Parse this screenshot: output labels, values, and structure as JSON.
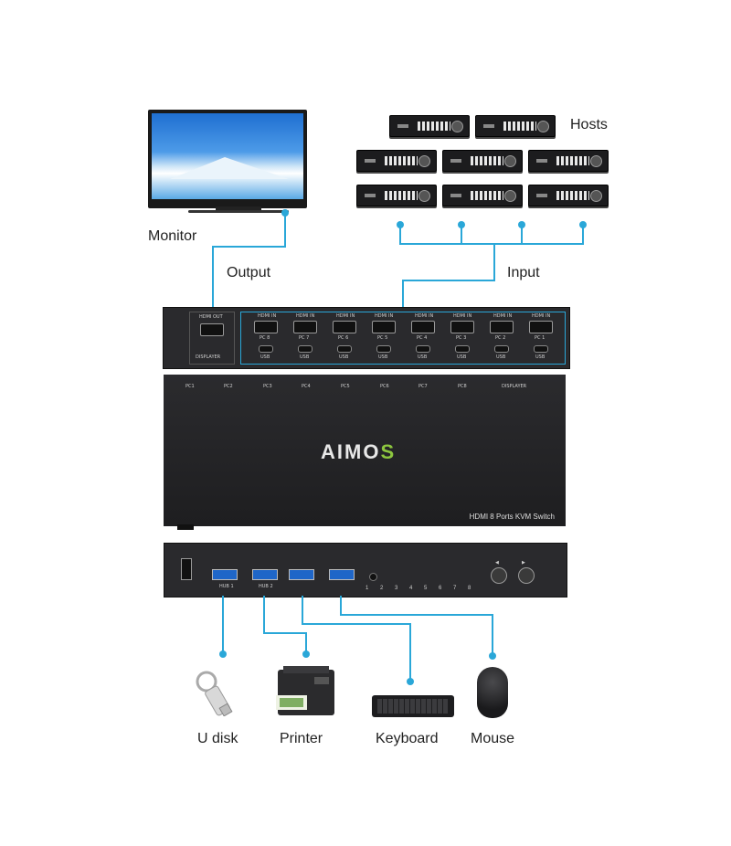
{
  "labels": {
    "hosts": "Hosts",
    "monitor": "Monitor",
    "output": "Output",
    "input": "Input",
    "u_disk": "U disk",
    "printer": "Printer",
    "keyboard": "Keyboard",
    "mouse": "Mouse"
  },
  "device": {
    "brand_prefix": "AIMO",
    "brand_suffix": "S",
    "model": "HDMI 8 Ports KVM Switch",
    "rear_out_label": "HDMI OUT",
    "rear_out_sub": "DISPLAYER",
    "rear_in_label": "HDMI IN",
    "rear_ports": [
      "PC 8",
      "PC 7",
      "PC 6",
      "PC 5",
      "PC 4",
      "PC 3",
      "PC 2",
      "PC 1"
    ],
    "usb_label": "USB",
    "top_ports": [
      "PC1",
      "PC2",
      "PC3",
      "PC4",
      "PC5",
      "PC6",
      "PC7",
      "PC8",
      "DISPLAYER"
    ],
    "front_usb": [
      "HUB 1",
      "HUB 2"
    ],
    "front_leds": [
      "1",
      "2",
      "3",
      "4",
      "5",
      "6",
      "7",
      "8"
    ]
  },
  "colors": {
    "wire": "#2aa7d8",
    "logo_accent": "#8dc63f",
    "usb_blue": "#1f66c8"
  }
}
